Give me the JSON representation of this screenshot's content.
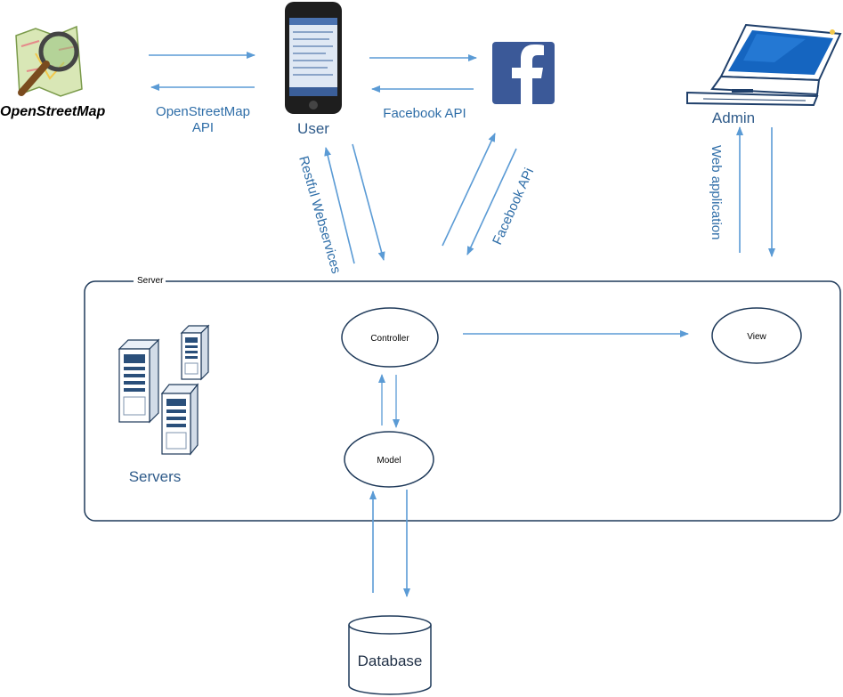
{
  "actors": {
    "osm": {
      "name": "OpenStreetMap"
    },
    "user": {
      "name": "User"
    },
    "facebook": {
      "name": "Facebook"
    },
    "admin": {
      "name": "Admin"
    }
  },
  "links": {
    "osm_api": {
      "line1": "OpenStreetMap",
      "line2": "API"
    },
    "facebook_api_top": "Facebook API",
    "restful": "Restful Webservices",
    "facebook_api_diag": "Facebook APi",
    "web_app": "Web application"
  },
  "server": {
    "title": "Server",
    "servers_label": "Servers",
    "controller": "Controller",
    "view": "View",
    "model": "Model"
  },
  "database": {
    "label": "Database"
  },
  "colors": {
    "arrow": "#5b9bd5",
    "text_blue": "#2f6ea8",
    "box_stroke": "#1f3a5a"
  }
}
